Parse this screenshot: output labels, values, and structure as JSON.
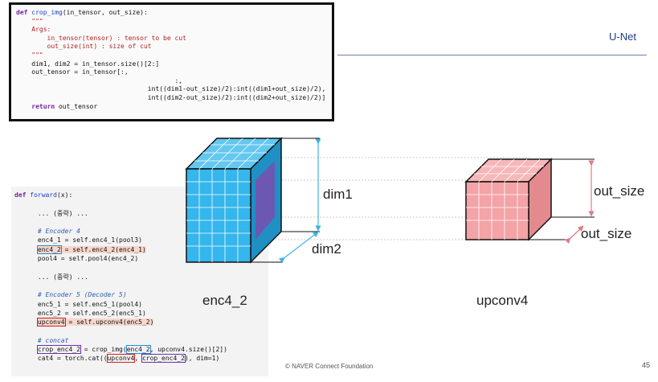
{
  "header": {
    "title": "U-Net"
  },
  "footer": {
    "text": "© NAVER Connect Foundation",
    "page": "45"
  },
  "code_crop": {
    "l1_kw": "def",
    "l1_fn": "crop_img",
    "l1_rest": "(in_tensor, out_size):",
    "l2": "\"\"\"",
    "l3": "Args:",
    "l4": "in_tensor(tensor) : tensor to be cut",
    "l5": "out_size(int) : size of cut",
    "l6": "\"\"\"",
    "l7": "dim1, dim2 = in_tensor.size()[2:]",
    "l8": "out_tensor = in_tensor[:,",
    "l9": ":,",
    "l10": "int((dim1-out_size)/2):int((dim1+out_size)/2),",
    "l11": "int((dim2-out_size)/2):int((dim2+out_size)/2)]",
    "l12_kw": "return",
    "l12_rest": " out_tensor"
  },
  "code_forward": {
    "l1_kw": "def",
    "l1_fn": "forward",
    "l1_rest": "(x):",
    "l2": "... (중략) ...",
    "l3": "# Encoder 4",
    "l4": "enc4_1 = self.enc4_1(pool3)",
    "l5a": "enc4_2",
    "l5b": " = self.enc4_2(enc4_1)",
    "l6": "pool4 = self.pool4(enc4_2)",
    "l7": "... (중략) ...",
    "l8": "# Encoder 5 (Decoder 5)",
    "l9": "enc5_1 = self.enc5_1(pool4)",
    "l10": "enc5_2 = self.enc5_2(enc5_1)",
    "l11a": "upconv4",
    "l11b": " = self.upconv4(enc5_2)",
    "l12": "# concat",
    "l13a": "crop_enc4_2",
    "l13b": " = crop_img(",
    "l13c": "enc4_2",
    "l13d": ", upconv4.size()[2])",
    "l14a": "cat4 = torch.cat((",
    "l14b": "upconv4",
    "l14c": ", ",
    "l14d": "crop_enc4_2",
    "l14e": "), dim=1)"
  },
  "diagram": {
    "dim1": "dim1",
    "dim2": "dim2",
    "out_size_1": "out_size",
    "out_size_2": "out_size",
    "enc_label": "enc4_2",
    "up_label": "upconv4"
  },
  "colors": {
    "enc_front": "#35b6ec",
    "enc_top": "#63c8f0",
    "enc_side": "#1f8fc4",
    "crop_face": "#7a4fb0",
    "up_front": "#f4a3a6",
    "up_top": "#f7b7b9",
    "up_side": "#e48a8e"
  }
}
